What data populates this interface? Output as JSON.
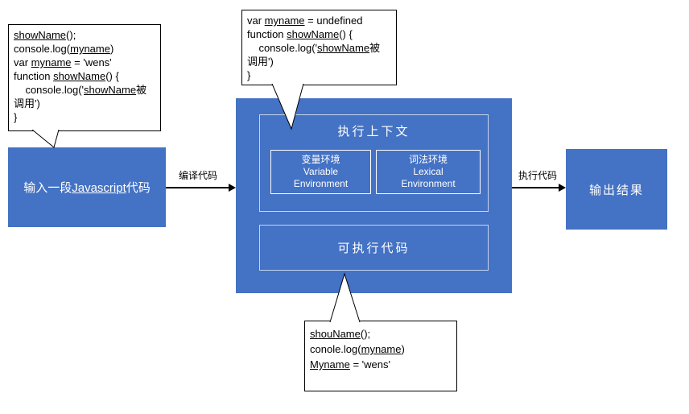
{
  "colors": {
    "box_blue": "#4472C4",
    "callout_border": "#000000",
    "inner_border": "#ffffff"
  },
  "left_callout": {
    "lines": [
      [
        [
          "showName",
          true
        ],
        "();"
      ],
      [
        "console.log(",
        [
          "myname",
          true
        ],
        ")"
      ],
      [
        "var ",
        [
          "myname",
          true
        ],
        " = 'wens'"
      ],
      [
        "function ",
        [
          "showName",
          true
        ],
        "() {"
      ],
      [
        "    console.log('",
        [
          "showName",
          true
        ],
        "被"
      ],
      "调用')",
      "}"
    ]
  },
  "top_callout": {
    "lines": [
      [
        "var ",
        [
          "myname",
          true
        ],
        " = undefined"
      ],
      [
        "function ",
        [
          "showName",
          true
        ],
        "() {"
      ],
      [
        "    console.log('",
        [
          "showName",
          true
        ],
        "被"
      ],
      "调用')",
      "}"
    ]
  },
  "bottom_callout": {
    "lines": [
      [
        [
          "shouName",
          true
        ],
        "();"
      ],
      [
        "conole.log(",
        [
          "myname",
          true
        ],
        ")"
      ],
      [
        [
          "Myname",
          true
        ],
        " = 'wens'"
      ]
    ]
  },
  "input_box": {
    "label_lines": [
      [
        "输入一段",
        [
          "Javascript",
          true
        ],
        "代码"
      ]
    ]
  },
  "compile_arrow": {
    "label": "编译代码"
  },
  "execute_arrow": {
    "label": "执行代码"
  },
  "execution_context": {
    "title": "执行上下文",
    "variable_environment": {
      "lines": [
        "变量环境",
        "Variable",
        "Environment"
      ]
    },
    "lexical_environment": {
      "lines": [
        "词法环境",
        "Lexical",
        "Environment"
      ]
    }
  },
  "executable_code_box": {
    "label": "可执行代码"
  },
  "output_box": {
    "label": "输出结果"
  }
}
